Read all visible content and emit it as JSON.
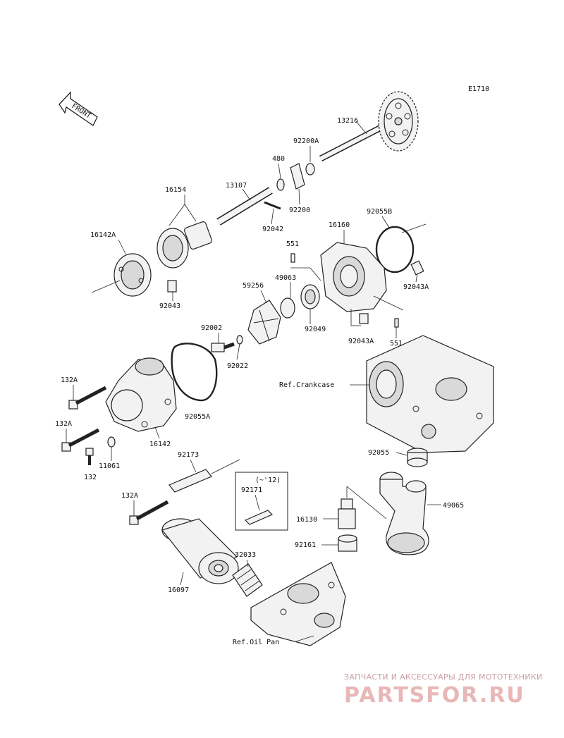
{
  "diagram_code": "E1710",
  "front_label": "FRONT",
  "labels": {
    "p13216": "13216",
    "p92200A": "92200A",
    "p480": "480",
    "p92200": "92200",
    "p16154": "16154",
    "p13107": "13107",
    "p92042": "92042",
    "p16142A": "16142A",
    "p92043_left": "92043",
    "p92055B": "92055B",
    "p16160": "16160",
    "p551_top": "551",
    "p49063": "49063",
    "p59256": "59256",
    "p92043A_right": "92043A",
    "p92049": "92049",
    "p92043A_bottom": "92043A",
    "p551_bottom": "551",
    "p92002": "92002",
    "p92022": "92022",
    "p132A_1": "132A",
    "p92055A": "92055A",
    "p132A_2": "132A",
    "p16142": "16142",
    "p11061": "11061",
    "p132": "132",
    "p92173": "92173",
    "p132A_3": "132A",
    "p92171_note": "(~'12)",
    "p92171": "92171",
    "ref_crankcase": "Ref.Crankcase",
    "p92055": "92055",
    "p49065": "49065",
    "p16130": "16130",
    "p92161": "92161",
    "p32033": "32033",
    "p16097": "16097",
    "ref_oil_pan": "Ref.Oil Pan"
  },
  "watermark": {
    "tagline": "ЗАПЧАСТИ И АКСЕССУАРЫ ДЛЯ МОТОТЕХНИКИ",
    "logo": "PARTSFOR.RU"
  },
  "colors": {
    "line": "#222222",
    "watermark": "#e8b7b7"
  }
}
